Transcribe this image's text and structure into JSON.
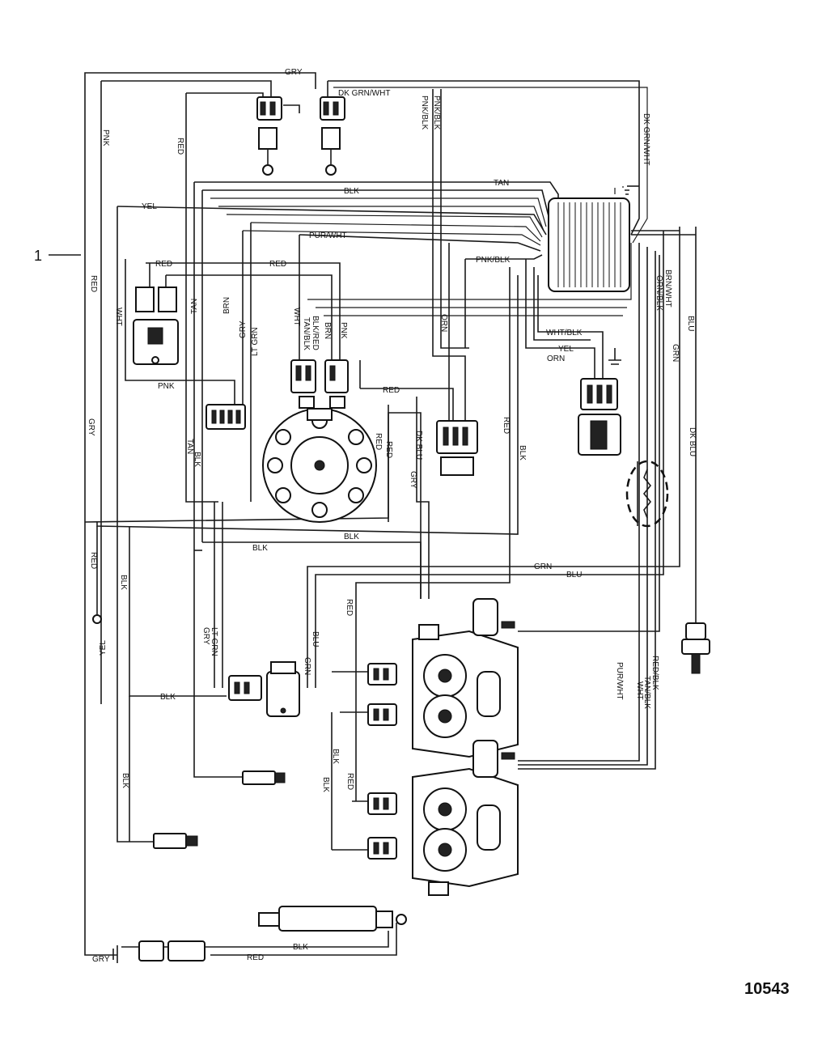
{
  "figure_number": "10543",
  "callout": "1",
  "wire_labels": {
    "gry_top": "GRY",
    "dk_grn_wht_top": "DK GRN/WHT",
    "dk_grn_wht_right": "DK GRN/WHT",
    "pnk_left": "PNK",
    "red_top": "RED",
    "pnk_blk_1": "PNK/BLK",
    "pnk_blk_2": "PNK/BLK",
    "tan_top": "TAN",
    "blk_top": "BLK",
    "yel_top": "YEL",
    "pur_wht": "PUR/WHT",
    "red_mid1": "RED",
    "red_mid2": "RED",
    "pnk_blk_mid": "PNK/BLK",
    "red_left": "RED",
    "wht_left": "WHT",
    "tan_left": "TAN",
    "brn_left": "BRN",
    "gry_left": "GRY",
    "lt_grn_left": "LT GRN",
    "wht_dist": "WHT",
    "tan_blk_dist": "TAN/BLK",
    "blk_red_dist": "BLK/RED",
    "brn_dist": "BRN",
    "pnk_dist": "PNK",
    "orn_mid": "ORN",
    "brn_wht": "BRN/WHT",
    "orn_blk": "ORN/BLK",
    "blu_right": "BLU",
    "grn_right": "GRN",
    "wht_blk": "WHT/BLK",
    "yel_right": "YEL",
    "orn_right": "ORN",
    "pnk_mid": "PNK",
    "red_mid3": "RED",
    "gry_far_left": "GRY",
    "tan_mid": "TAN",
    "red_coil": "RED",
    "red_coil2": "RED",
    "dk_blu": "DK BLU",
    "gry_mid": "GRY",
    "red_right": "RED",
    "blk_right": "BLK",
    "blk_mid1": "BLK",
    "blk_mid2": "BLK",
    "red_ground": "RED",
    "blk_far": "BLK",
    "grn_bottom": "GRN",
    "blu_bottom": "BLU",
    "blu_inj": "BLU",
    "grn_inj": "GRN",
    "red_inj": "RED",
    "lt_grn_bottom": "LT GRN",
    "gry_bottom": "GRY",
    "yel_left": "YEL",
    "blk_bottom1": "BLK",
    "blk_bottom2": "BLK",
    "blk_inj1": "BLK",
    "blk_inj2": "BLK",
    "red_inj2": "RED",
    "pur_wht_right": "PUR/WHT",
    "wht_right": "WHT",
    "tan_blk_right": "TAN/BLK",
    "red_blk_right": "RED/BLK",
    "blk_pump": "BLK",
    "gry_pump": "GRY",
    "red_pump": "RED",
    "dk_grn_wht_2": "DK GRN/WHT"
  }
}
